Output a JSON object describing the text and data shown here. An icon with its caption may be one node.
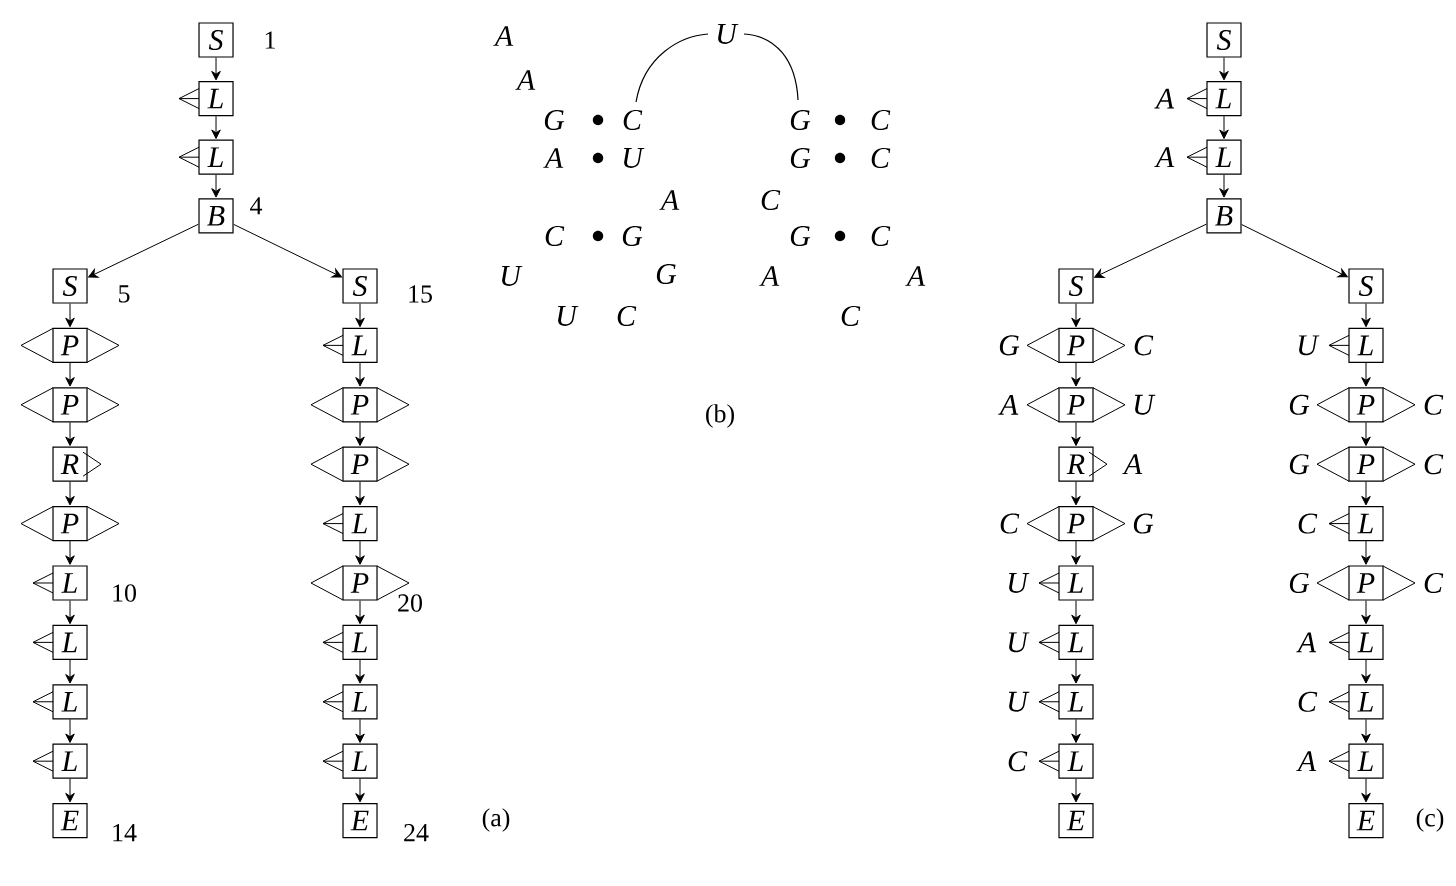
{
  "diagram": {
    "nodes": [
      {
        "text": [
          "S"
        ],
        "beside": [
          "1"
        ]
      },
      {
        "text": [
          "L"
        ]
      },
      {
        "text": [
          "L"
        ]
      },
      {
        "text": [
          "B"
        ],
        "beside": [
          "4"
        ]
      },
      {
        "text": [
          "S"
        ],
        "beside": [
          "5"
        ]
      },
      {
        "text": [
          "P"
        ]
      },
      {
        "text": [
          "P"
        ]
      },
      {
        "text": [
          "R"
        ]
      },
      {
        "text": [
          "P"
        ]
      },
      {
        "text": [
          "L"
        ],
        "beside": [
          "10"
        ]
      },
      {
        "text": [
          "L"
        ]
      },
      {
        "text": [
          "L"
        ]
      },
      {
        "text": [
          "L"
        ]
      },
      {
        "text": [
          "E"
        ],
        "beside": [
          "14"
        ]
      },
      {
        "text": [
          "S"
        ],
        "beside": [
          "15"
        ]
      },
      {
        "text": [
          "L"
        ]
      },
      {
        "text": [
          "P"
        ]
      },
      {
        "text": [
          "P"
        ]
      },
      {
        "text": [
          "L"
        ]
      },
      {
        "text": [
          "P"
        ],
        "beside": [
          "20"
        ]
      },
      {
        "text": [
          "L"
        ]
      },
      {
        "text": [
          "L"
        ]
      },
      {
        "text": [
          "L"
        ]
      },
      {
        "text": [
          "E"
        ],
        "beside": [
          "24"
        ]
      },
      {
        "text": [
          "S"
        ]
      },
      {
        "text": [
          "L"
        ],
        "beside": [
          "A"
        ]
      },
      {
        "text": [
          "L"
        ],
        "beside": [
          "A"
        ]
      },
      {
        "text": [
          "B"
        ]
      },
      {
        "text": [
          "S"
        ]
      },
      {
        "text": [
          "P"
        ],
        "beside": [
          "G",
          "C"
        ]
      },
      {
        "text": [
          "P"
        ],
        "beside": [
          "A",
          "U"
        ]
      },
      {
        "text": [
          "R"
        ],
        "beside": [
          "A"
        ]
      },
      {
        "text": [
          "P"
        ],
        "beside": [
          "C",
          "G"
        ]
      },
      {
        "text": [
          "L"
        ],
        "beside": [
          "U"
        ]
      },
      {
        "text": [
          "L"
        ],
        "beside": [
          "U"
        ]
      },
      {
        "text": [
          "L"
        ],
        "beside": [
          "U"
        ]
      },
      {
        "text": [
          "L"
        ],
        "beside": [
          "C"
        ]
      },
      {
        "text": [
          "E"
        ]
      },
      {
        "text": [
          "S"
        ]
      },
      {
        "text": [
          "L"
        ],
        "beside": [
          "U"
        ]
      },
      {
        "text": [
          "P"
        ],
        "beside": [
          "G",
          "C"
        ]
      },
      {
        "text": [
          "P"
        ],
        "beside": [
          "G",
          "C"
        ]
      },
      {
        "text": [
          "L"
        ],
        "beside": [
          "C"
        ]
      },
      {
        "text": [
          "P"
        ],
        "beside": [
          "G",
          "C"
        ]
      },
      {
        "text": [
          "L"
        ],
        "beside": [
          "A"
        ]
      },
      {
        "text": [
          "L"
        ],
        "beside": [
          "C"
        ]
      },
      {
        "text": [
          "L"
        ],
        "beside": [
          "A"
        ]
      },
      {
        "text": [
          "E"
        ]
      }
    ],
    "edges": [
      {
        "from": 0,
        "to": 1,
        "arrow": "to"
      },
      {
        "from": 1,
        "to": 2,
        "arrow": "to"
      },
      {
        "from": 2,
        "to": 3,
        "arrow": "to"
      },
      {
        "from": 3,
        "to": 4,
        "arrow": "to"
      },
      {
        "from": 3,
        "to": 14,
        "arrow": "to"
      },
      {
        "from": 4,
        "to": 5,
        "arrow": "to"
      },
      {
        "from": 5,
        "to": 6,
        "arrow": "to"
      },
      {
        "from": 6,
        "to": 7,
        "arrow": "to"
      },
      {
        "from": 7,
        "to": 8,
        "arrow": "to"
      },
      {
        "from": 8,
        "to": 9,
        "arrow": "to"
      },
      {
        "from": 9,
        "to": 10,
        "arrow": "to"
      },
      {
        "from": 10,
        "to": 11,
        "arrow": "to"
      },
      {
        "from": 11,
        "to": 12,
        "arrow": "to"
      },
      {
        "from": 12,
        "to": 13,
        "arrow": "to"
      },
      {
        "from": 14,
        "to": 15,
        "arrow": "to"
      },
      {
        "from": 15,
        "to": 16,
        "arrow": "to"
      },
      {
        "from": 16,
        "to": 17,
        "arrow": "to"
      },
      {
        "from": 17,
        "to": 18,
        "arrow": "to"
      },
      {
        "from": 18,
        "to": 19,
        "arrow": "to"
      },
      {
        "from": 19,
        "to": 20,
        "arrow": "to"
      },
      {
        "from": 20,
        "to": 21,
        "arrow": "to"
      },
      {
        "from": 21,
        "to": 22,
        "arrow": "to"
      },
      {
        "from": 22,
        "to": 23,
        "arrow": "to"
      },
      {
        "from": 24,
        "to": 25,
        "arrow": "to"
      },
      {
        "from": 25,
        "to": 26,
        "arrow": "to"
      },
      {
        "from": 26,
        "to": 27,
        "arrow": "to"
      },
      {
        "from": 27,
        "to": 28,
        "arrow": "to"
      },
      {
        "from": 27,
        "to": 38,
        "arrow": "to"
      },
      {
        "from": 28,
        "to": 29,
        "arrow": "to"
      },
      {
        "from": 29,
        "to": 30,
        "arrow": "to"
      },
      {
        "from": 30,
        "to": 31,
        "arrow": "to"
      },
      {
        "from": 31,
        "to": 32,
        "arrow": "to"
      },
      {
        "from": 32,
        "to": 33,
        "arrow": "to"
      },
      {
        "from": 33,
        "to": 34,
        "arrow": "to"
      },
      {
        "from": 34,
        "to": 35,
        "arrow": "to"
      },
      {
        "from": 35,
        "to": 36,
        "arrow": "to"
      },
      {
        "from": 36,
        "to": 37,
        "arrow": "to"
      },
      {
        "from": 38,
        "to": 39,
        "arrow": "to"
      },
      {
        "from": 39,
        "to": 40,
        "arrow": "to"
      },
      {
        "from": 40,
        "to": 41,
        "arrow": "to"
      },
      {
        "from": 41,
        "to": 42,
        "arrow": "to"
      },
      {
        "from": 42,
        "to": 43,
        "arrow": "to"
      },
      {
        "from": 43,
        "to": 44,
        "arrow": "to"
      },
      {
        "from": 44,
        "to": 45,
        "arrow": "to"
      },
      {
        "from": 45,
        "to": 46,
        "arrow": "to"
      },
      {
        "from": 46,
        "to": 47,
        "arrow": "to"
      }
    ],
    "labels": [
      "A",
      "U",
      "A",
      "G",
      "C",
      "G",
      "C",
      "A",
      "U",
      "G",
      "C",
      "A",
      "C",
      "C",
      "G",
      "G",
      "C",
      "U",
      "G",
      "A",
      "A",
      "U",
      "C",
      "C",
      "(b)",
      "(a)",
      "(c)"
    ]
  }
}
